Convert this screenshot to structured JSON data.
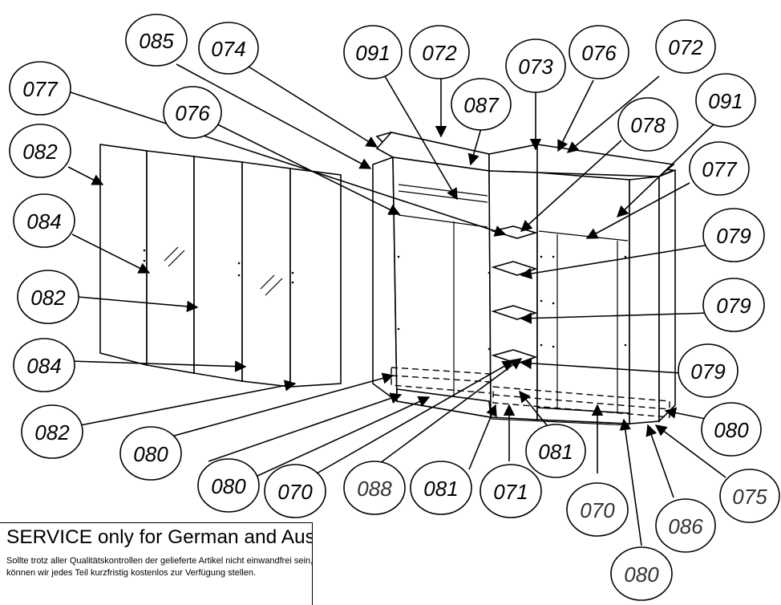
{
  "service": {
    "title": "SERVICE only for German and Austria Market",
    "line1": "Sollte trotz aller Qualitätskontrollen der gelieferte Artikel nicht einwandfrei sein,",
    "line2": "können wir jedes Teil kurzfristig kostenlos zur Verfügung stellen."
  },
  "callouts": [
    {
      "id": "c-085",
      "label": "085"
    },
    {
      "id": "c-074",
      "label": "074"
    },
    {
      "id": "c-091a",
      "label": "091"
    },
    {
      "id": "c-072a",
      "label": "072"
    },
    {
      "id": "c-073",
      "label": "073"
    },
    {
      "id": "c-076a",
      "label": "076"
    },
    {
      "id": "c-072b",
      "label": "072"
    },
    {
      "id": "c-077a",
      "label": "077"
    },
    {
      "id": "c-076b",
      "label": "076"
    },
    {
      "id": "c-087",
      "label": "087"
    },
    {
      "id": "c-091b",
      "label": "091"
    },
    {
      "id": "c-078",
      "label": "078"
    },
    {
      "id": "c-082a",
      "label": "082"
    },
    {
      "id": "c-077b",
      "label": "077"
    },
    {
      "id": "c-084a",
      "label": "084"
    },
    {
      "id": "c-079a",
      "label": "079"
    },
    {
      "id": "c-082b",
      "label": "082"
    },
    {
      "id": "c-079b",
      "label": "079"
    },
    {
      "id": "c-084b",
      "label": "084"
    },
    {
      "id": "c-079c",
      "label": "079"
    },
    {
      "id": "c-082c",
      "label": "082"
    },
    {
      "id": "c-080a",
      "label": "080"
    },
    {
      "id": "c-080b",
      "label": "080"
    },
    {
      "id": "c-081a",
      "label": "081"
    },
    {
      "id": "c-080c",
      "label": "080"
    },
    {
      "id": "c-070a",
      "label": "070"
    },
    {
      "id": "c-088",
      "label": "088"
    },
    {
      "id": "c-081b",
      "label": "081"
    },
    {
      "id": "c-071",
      "label": "071"
    },
    {
      "id": "c-075",
      "label": "075"
    },
    {
      "id": "c-070b",
      "label": "070"
    },
    {
      "id": "c-086",
      "label": "086"
    },
    {
      "id": "c-080d",
      "label": "080"
    }
  ]
}
